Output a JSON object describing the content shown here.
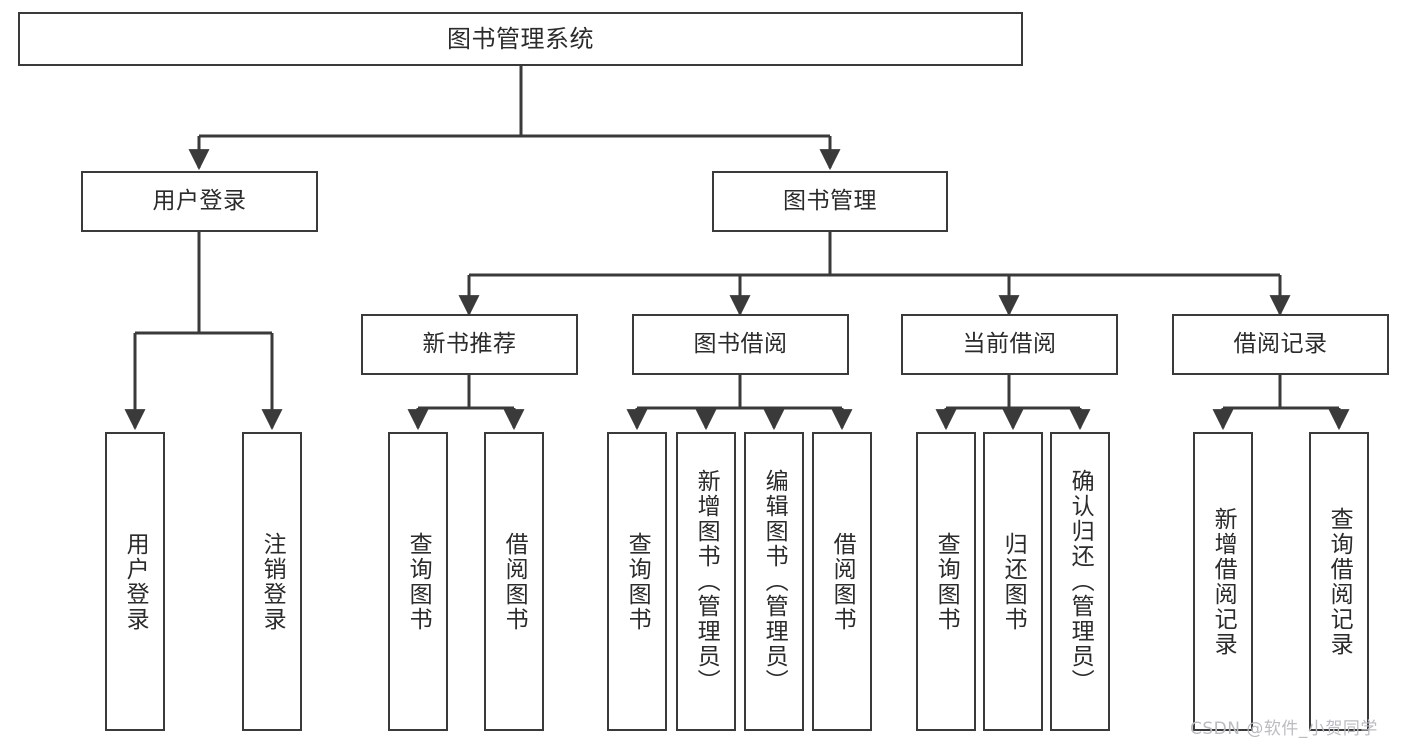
{
  "diagram": {
    "title": "图书管理系统",
    "type": "tree-hierarchy",
    "orientation": "top-down",
    "style": {
      "box_border_color": "#3a3a3a",
      "box_fill_color": "#ffffff",
      "connector_color": "#3a3a3a",
      "text_color": "#2b2b2b",
      "background_color": "#ffffff",
      "watermark_color": "#b9bcc2"
    },
    "levels": {
      "level0": [
        "图书管理系统"
      ],
      "level1": [
        "用户登录",
        "图书管理"
      ],
      "level2": [
        "新书推荐",
        "图书借阅",
        "当前借阅",
        "借阅记录"
      ],
      "level3": [
        "用户登录",
        "注销登录",
        "查询图书",
        "借阅图书",
        "查询图书",
        "新增图书（管理员）",
        "编辑图书（管理员）",
        "借阅图书",
        "查询图书",
        "归还图书",
        "确认归还（管理员）",
        "新增借阅记录",
        "查询借阅记录"
      ]
    },
    "nodes": {
      "root": {
        "label": "图书管理系统"
      },
      "user_login": {
        "label": "用户登录"
      },
      "book_manage": {
        "label": "图书管理"
      },
      "new_book_rec": {
        "label": "新书推荐"
      },
      "book_borrow": {
        "label": "图书借阅"
      },
      "current_borrow": {
        "label": "当前借阅"
      },
      "borrow_record": {
        "label": "借阅记录"
      },
      "leaf_user_login": {
        "label": "用户登录"
      },
      "leaf_logout": {
        "label": "注销登录"
      },
      "leaf_query_book_1": {
        "label": "查询图书"
      },
      "leaf_borrow_book_1": {
        "label": "借阅图书"
      },
      "leaf_query_book_2": {
        "label": "查询图书"
      },
      "leaf_add_book_admin": {
        "label": "新增图书（管理员）"
      },
      "leaf_edit_book_admin": {
        "label": "编辑图书（管理员）"
      },
      "leaf_borrow_book_2": {
        "label": "借阅图书"
      },
      "leaf_query_book_3": {
        "label": "查询图书"
      },
      "leaf_return_book": {
        "label": "归还图书"
      },
      "leaf_confirm_return_admin": {
        "label": "确认归还（管理员）"
      },
      "leaf_add_borrow_record": {
        "label": "新增借阅记录"
      },
      "leaf_query_borrow_record": {
        "label": "查询借阅记录"
      }
    },
    "edges": [
      {
        "from": "图书管理系统",
        "to": "用户登录"
      },
      {
        "from": "图书管理系统",
        "to": "图书管理"
      },
      {
        "from": "用户登录",
        "to": "用户登录"
      },
      {
        "from": "用户登录",
        "to": "注销登录"
      },
      {
        "from": "图书管理",
        "to": "新书推荐"
      },
      {
        "from": "图书管理",
        "to": "图书借阅"
      },
      {
        "from": "图书管理",
        "to": "当前借阅"
      },
      {
        "from": "图书管理",
        "to": "借阅记录"
      },
      {
        "from": "新书推荐",
        "to": "查询图书"
      },
      {
        "from": "新书推荐",
        "to": "借阅图书"
      },
      {
        "from": "图书借阅",
        "to": "查询图书"
      },
      {
        "from": "图书借阅",
        "to": "新增图书（管理员）"
      },
      {
        "from": "图书借阅",
        "to": "编辑图书（管理员）"
      },
      {
        "from": "图书借阅",
        "to": "借阅图书"
      },
      {
        "from": "当前借阅",
        "to": "查询图书"
      },
      {
        "from": "当前借阅",
        "to": "归还图书"
      },
      {
        "from": "当前借阅",
        "to": "确认归还（管理员）"
      },
      {
        "from": "借阅记录",
        "to": "新增借阅记录"
      },
      {
        "from": "借阅记录",
        "to": "查询借阅记录"
      }
    ]
  },
  "watermark": {
    "text": "CSDN @软件_小贺同学"
  }
}
